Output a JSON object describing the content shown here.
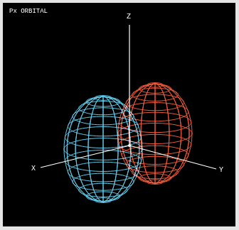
{
  "diagram": {
    "title": "Px ORBITAL",
    "labels": [
      "Z",
      "X",
      "Y"
    ]
  }
}
